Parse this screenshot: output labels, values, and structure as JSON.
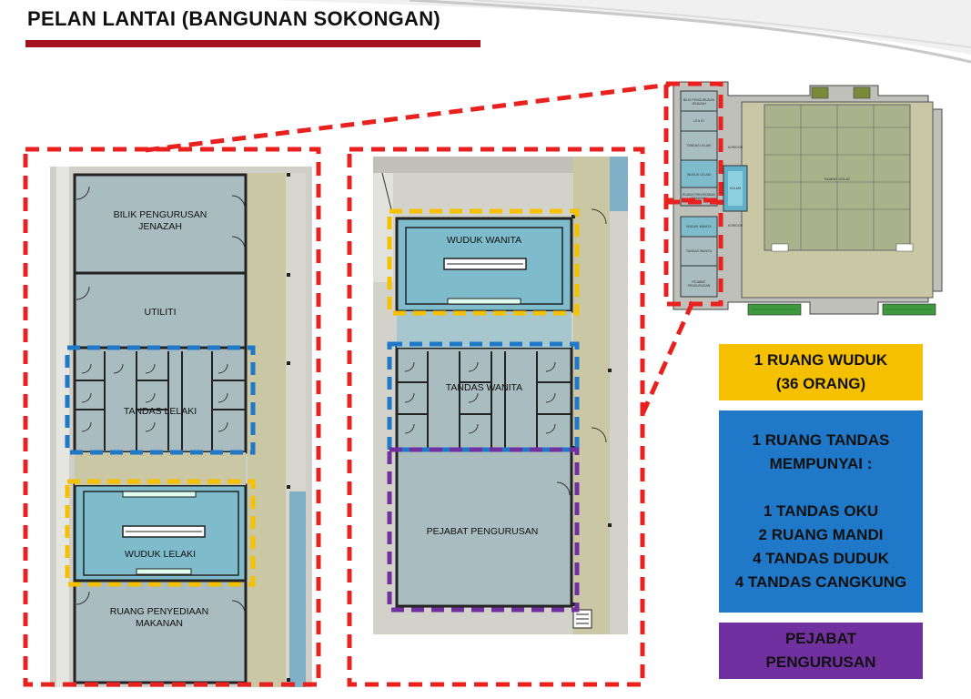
{
  "title": "PELAN LANTAI (BANGUNAN SOKONGAN)",
  "colors": {
    "title_bar": "#a4121b",
    "callout_red": "#e8211f",
    "wuduk_yellow": "#f5c000",
    "tandas_blue": "#1f78c8",
    "pejabat_purple": "#7030a0",
    "room_fill": "#a9bcc0",
    "wuduk_fill": "#7fbccb",
    "corridor": "#c9c7a4"
  },
  "left_plan": {
    "rooms": [
      {
        "label_line1": "BILIK PENGURUSAN",
        "label_line2": "JENAZAH"
      },
      {
        "label": "UTILITI"
      },
      {
        "label": "TANDAS LELAKI"
      },
      {
        "label": "WUDUK LELAKI"
      },
      {
        "label_line1": "RUANG PENYEDIAAN",
        "label_line2": "MAKANAN"
      }
    ]
  },
  "middle_plan": {
    "rooms": [
      {
        "label": "WUDUK WANITA"
      },
      {
        "label": "TANDAS WANITA"
      },
      {
        "label": "PEJABAT PENGURUSAN"
      }
    ]
  },
  "site_plan": {
    "hall_label": "RUANG SOLAT",
    "side_labels": [
      "BILIK PENGURUSAN JENAZAH",
      "UTILITI",
      "TANDAS LELAKI",
      "WUDUK LELAKI",
      "RUANG PENYEDIAAN MAKANAN",
      "WUDUK WANITA",
      "TANDAS WANITA",
      "PEJABAT PENGURUSAN",
      "KORIDOR",
      "KORIDOR",
      "KOLAM"
    ]
  },
  "legend": {
    "wuduk": {
      "line1": "1 RUANG WUDUK",
      "line2": "(36 ORANG)"
    },
    "tandas": {
      "line1": "1 RUANG TANDAS",
      "line2": "MEMPUNYAI :",
      "line3": "1 TANDAS OKU",
      "line4": "2 RUANG MANDI",
      "line5": "4 TANDAS DUDUK",
      "line6": "4 TANDAS CANGKUNG"
    },
    "pejabat": {
      "line1": "PEJABAT",
      "line2": "PENGURUSAN"
    }
  }
}
